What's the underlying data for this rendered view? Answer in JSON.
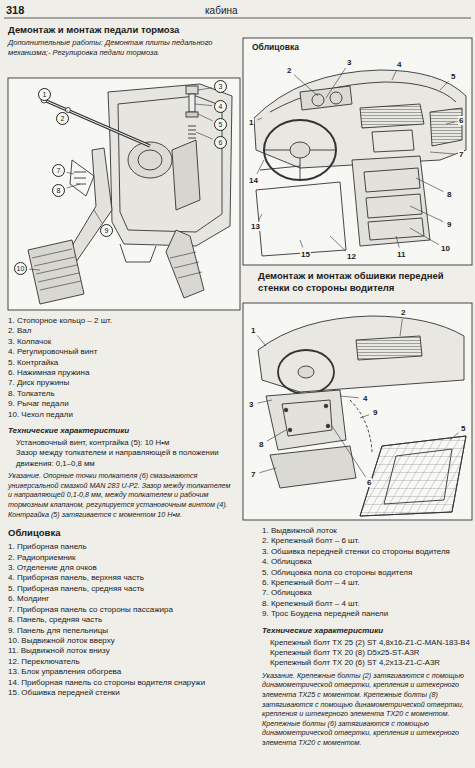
{
  "diagram": {
    "labels": [
      "318",
      "кабина",
      "Демонтаж и монтаж педали тормоза",
      "Дополнительные работы: Демонтаж плиты педального механизма;- Регулировка педали тормоза.",
      "1",
      "2",
      "3",
      "4",
      "5",
      "6",
      "7",
      "8",
      "9",
      "10",
      "1. Стопорное кольцо – 2 шт.",
      "2. Вал",
      "3. Колпачок",
      "4. Регулировочный винт",
      "5. Контргайка",
      "6. Нажимная пружина",
      "7. Диск пружины",
      "8. Толкатель",
      "9. Рычаг педали",
      "10. Чехол педали",
      "Технические характеристики",
      "Установочный винт, контргайка (5): 10 Н•м",
      "Зазор между толкателем и направляющей в положении движения: 0,1–0,8 мм",
      "Указание. Опорные точки толкателя (6) смазываются универсальной смазкой MAN 283 U-P2. Зазор между толкателем и направляющей 0,1-0,8 мм, между толкателем и рабочим тормозным клапаном, регулируется установочным винтом (4). Контргайка (5) затягивается с моментом 10 Н•м.",
      "Облицовка",
      "1. Приборная панель",
      "2. Радиоприемник",
      "3. Отделение для очков",
      "4. Приборная панель, верхняя часть",
      "5. Приборная панель, средняя часть",
      "6. Молдинг",
      "7. Приборная панель со стороны пассажира",
      "8. Панель, средняя часть",
      "9. Панель для пепельницы",
      "10. Выдвижной лоток вверху",
      "11. Выдвижной лоток внизу",
      "12. Переключатель",
      "13. Блок управления обогрева",
      "14. Приборная панель со стороны водителя снаружи",
      "15. Обшивка передней стенки",
      "Облицовка",
      "1",
      "2",
      "3",
      "4",
      "5",
      "6",
      "7",
      "8",
      "9",
      "10",
      "11",
      "12",
      "13",
      "14",
      "15",
      "Демонтаж и монтаж обшивки передней стенки со стороны водителя",
      "1",
      "2",
      "3",
      "4",
      "5",
      "6",
      "7",
      "8",
      "9",
      "1. Выдвижной лоток",
      "2. Крепежный болт – 6 шт.",
      "3. Обшивка передней стенки со стороны водителя",
      "4. Облицовка",
      "5. Облицовка пола со стороны водителя",
      "6. Крепежный болт – 4 шт.",
      "7. Облицовка",
      "8. Крепежный болт – 4 шт.",
      "9. Трос Боудена передней панели",
      "Технические характеристики",
      "Крепежный болт TX 25 (2) ST 4,8x16-Z1-C-MAN-183-B4",
      "Крепежный болт TX 20 (8) D5x25-ST-A3R",
      "Крепежный болт TX 20 (6) ST 4,2x13-Z1-C-A3R",
      "Указание. Крепежные болты (2) затягиваются с помощью динамометрической отвертки, крепления и штекерного элемента TX25 с моментом. Крепежные болты (8) затягиваются с помощью динамометрической отвертки, крепления и штекерного элемента TX20 с моментом. Крепежные болты (6) затягиваются с помощью динамометрической отвертки, крепления и штекерного элемента TX20 с моментом."
    ]
  }
}
